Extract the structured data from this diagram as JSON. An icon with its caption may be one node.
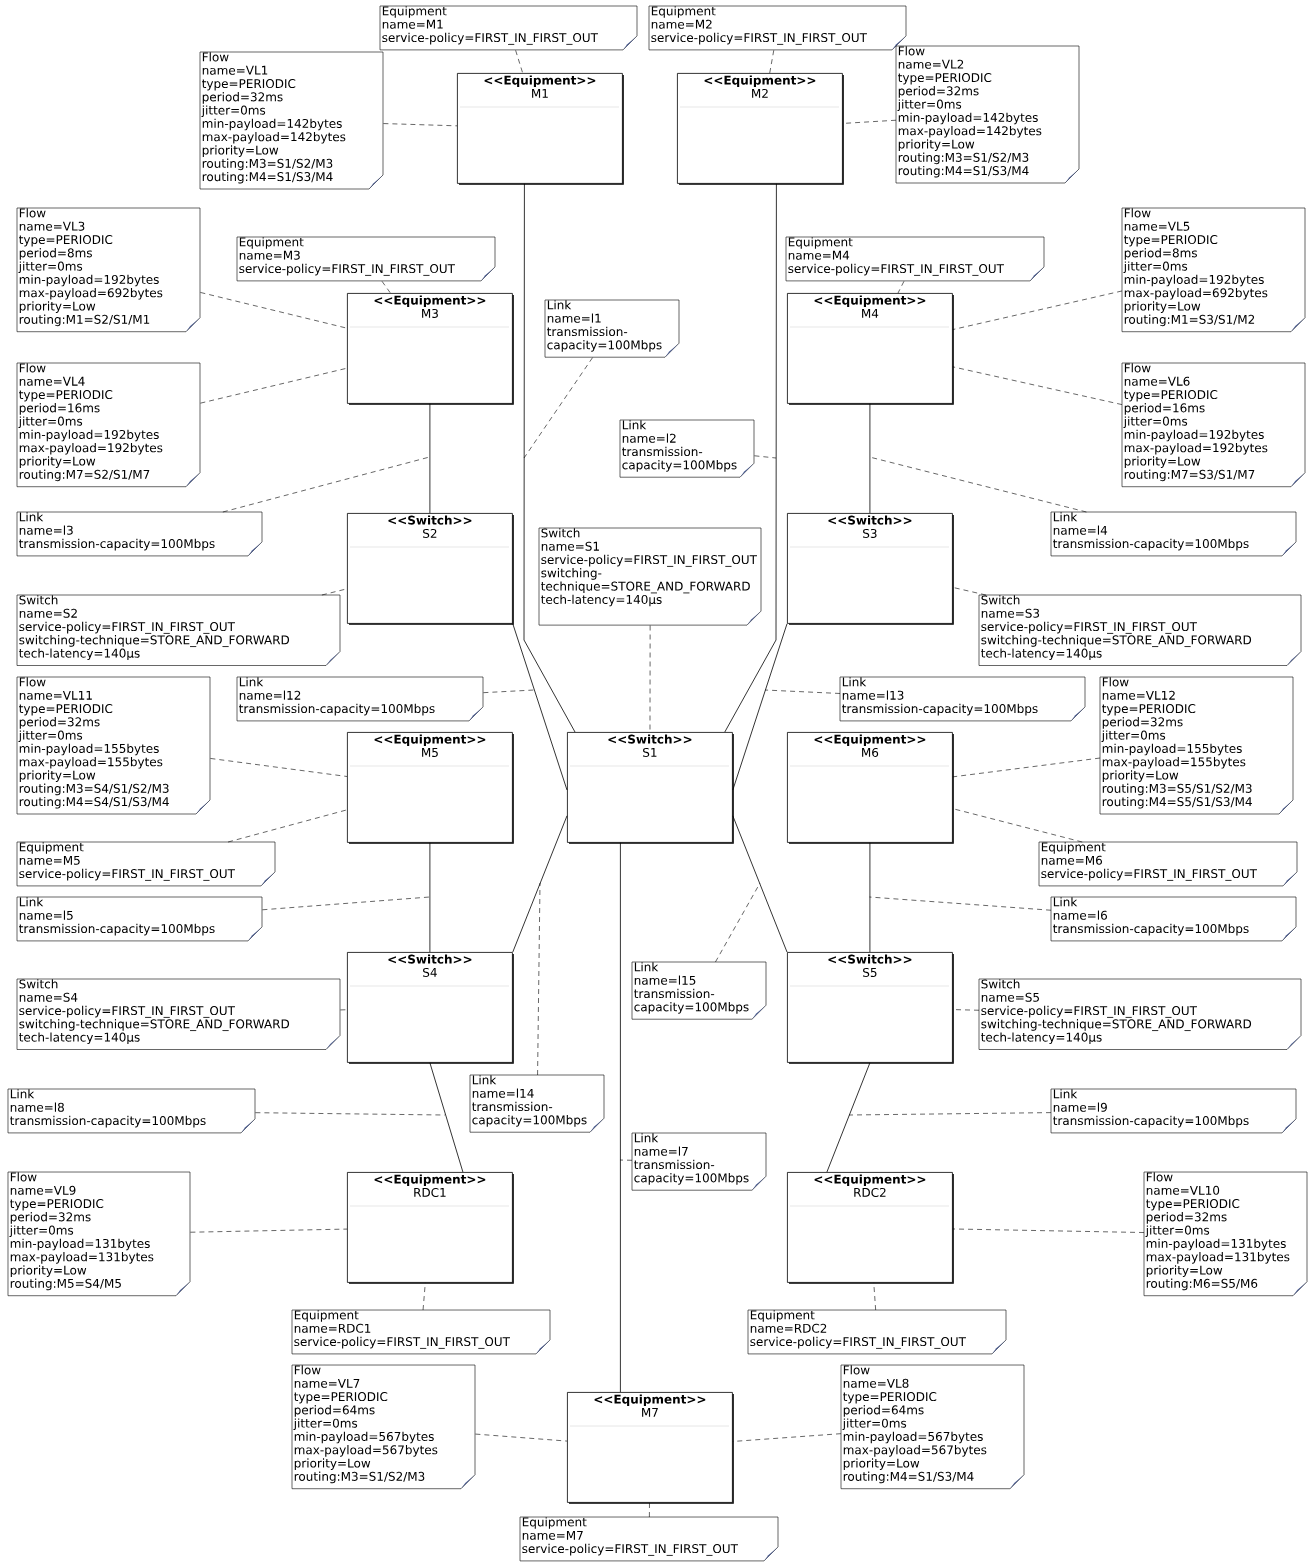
{
  "diagram": {
    "nodes": [
      {
        "text": [
          "Equipment",
          "name=M1",
          "service-policy=FIRST_IN_FIRST_OUT"
        ]
      },
      {
        "text": [
          "Flow",
          "name=VL1",
          "type=PERIODIC",
          "period=32ms",
          "jitter=0ms",
          "min-payload=142bytes",
          "max-payload=142bytes",
          "priority=Low",
          "routing:M3=S1/S2/M3",
          "routing:M4=S1/S3/M4"
        ]
      },
      {
        "text": [
          "Equipment",
          "name=M2",
          "service-policy=FIRST_IN_FIRST_OUT"
        ]
      },
      {
        "text": [
          "<<Equipment>>",
          "M1"
        ]
      },
      {
        "text": [
          "<<Equipment>>",
          "M2"
        ]
      },
      {
        "text": [
          "Flow",
          "name=VL2",
          "type=PERIODIC",
          "period=32ms",
          "jitter=0ms",
          "min-payload=142bytes",
          "max-payload=142bytes",
          "priority=Low",
          "routing:M3=S1/S2/M3",
          "routing:M4=S1/S3/M4"
        ]
      },
      {
        "text": [
          "Flow",
          "name=VL3",
          "type=PERIODIC",
          "period=8ms",
          "jitter=0ms",
          "min-payload=192bytes",
          "max-payload=692bytes",
          "priority=Low",
          "routing:M1=S2/S1/M1"
        ]
      },
      {
        "text": [
          "Equipment",
          "name=M3",
          "service-policy=FIRST_IN_FIRST_OUT"
        ]
      },
      {
        "text": [
          "Equipment",
          "name=M4",
          "service-policy=FIRST_IN_FIRST_OUT"
        ]
      },
      {
        "text": [
          "Flow",
          "name=VL5",
          "type=PERIODIC",
          "period=8ms",
          "jitter=0ms",
          "min-payload=192bytes",
          "max-payload=692bytes",
          "priority=Low",
          "routing:M1=S3/S1/M2"
        ]
      },
      {
        "text": [
          "<<Equipment>>",
          "M3"
        ]
      },
      {
        "text": [
          "<<Equipment>>",
          "M4"
        ]
      },
      {
        "text": [
          "Link",
          "name=l2",
          "transmission-capacity=100Mbps"
        ]
      },
      {
        "text": [
          "Flow",
          "name=VL4",
          "type=PERIODIC",
          "period=16ms",
          "jitter=0ms",
          "min-payload=192bytes",
          "max-payload=192bytes",
          "priority=Low",
          "routing:M7=S2/S1/M7"
        ]
      },
      {
        "text": [
          "Flow",
          "name=VL6",
          "type=PERIODIC",
          "period=16ms",
          "jitter=0ms",
          "min-payload=192bytes",
          "max-payload=192bytes",
          "priority=Low",
          "routing:M7=S3/S1/M7"
        ]
      },
      {
        "text": [
          "Link",
          "name=l1",
          "transmission-capacity=100Mbps"
        ]
      },
      {
        "text": [
          "Link",
          "name=l3",
          "transmission-capacity=100Mbps"
        ]
      },
      {
        "text": [
          "Link",
          "name=l4",
          "transmission-capacity=100Mbps"
        ]
      },
      {
        "text": [
          "<<Switch>>",
          "S2"
        ]
      },
      {
        "text": [
          "<<Switch>>",
          "S3"
        ]
      },
      {
        "text": [
          "Switch",
          "name=S2",
          "service-policy=FIRST_IN_FIRST_OUT",
          "switching-technique=STORE_AND_FORWARD",
          "tech-latency=140µs"
        ]
      },
      {
        "text": [
          "Switch",
          "name=S1",
          "service-policy=FIRST_IN_FIRST_OUT",
          "switching-technique=STORE_AND_FORWARD",
          "tech-latency=140µs"
        ]
      },
      {
        "text": [
          "Switch",
          "name=S3",
          "service-policy=FIRST_IN_FIRST_OUT",
          "switching-technique=STORE_AND_FORWARD",
          "tech-latency=140µs"
        ]
      },
      {
        "text": [
          "Flow",
          "name=VL11",
          "type=PERIODIC",
          "period=32ms",
          "jitter=0ms",
          "min-payload=155bytes",
          "max-payload=155bytes",
          "priority=Low",
          "routing:M3=S4/S1/S2/M3",
          "routing:M4=S4/S1/S3/M4"
        ]
      },
      {
        "text": [
          "Link",
          "name=l12",
          "transmission-capacity=100Mbps"
        ]
      },
      {
        "text": [
          "Link",
          "name=l13",
          "transmission-capacity=100Mbps"
        ]
      },
      {
        "text": [
          "Flow",
          "name=VL12",
          "type=PERIODIC",
          "period=32ms",
          "jitter=0ms",
          "min-payload=155bytes",
          "max-payload=155bytes",
          "priority=Low",
          "routing:M3=S5/S1/S2/M3",
          "routing:M4=S5/S1/S3/M4"
        ]
      },
      {
        "text": [
          "<<Equipment>>",
          "M5"
        ]
      },
      {
        "text": [
          "<<Switch>>",
          "S1"
        ]
      },
      {
        "text": [
          "<<Equipment>>",
          "M6"
        ]
      },
      {
        "text": [
          "Equipment",
          "name=M5",
          "service-policy=FIRST_IN_FIRST_OUT"
        ]
      },
      {
        "text": [
          "Equipment",
          "name=M6",
          "service-policy=FIRST_IN_FIRST_OUT"
        ]
      },
      {
        "text": [
          "Link",
          "name=l5",
          "transmission-capacity=100Mbps"
        ]
      },
      {
        "text": [
          "Link",
          "name=l6",
          "transmission-capacity=100Mbps"
        ]
      },
      {
        "text": [
          "Link",
          "name=l15",
          "transmission-capacity=100Mbps"
        ]
      },
      {
        "text": [
          "<<Switch>>",
          "S4"
        ]
      },
      {
        "text": [
          "<<Switch>>",
          "S5"
        ]
      },
      {
        "text": [
          "Switch",
          "name=S4",
          "service-policy=FIRST_IN_FIRST_OUT",
          "switching-technique=STORE_AND_FORWARD",
          "tech-latency=140µs"
        ]
      },
      {
        "text": [
          "Switch",
          "name=S5",
          "service-policy=FIRST_IN_FIRST_OUT",
          "switching-technique=STORE_AND_FORWARD",
          "tech-latency=140µs"
        ]
      },
      {
        "text": [
          "Link",
          "name=l14",
          "transmission-capacity=100Mbps"
        ]
      },
      {
        "text": [
          "Link",
          "name=l7",
          "transmission-capacity=100Mbps"
        ]
      },
      {
        "text": [
          "Link",
          "name=l8",
          "transmission-capacity=100Mbps"
        ]
      },
      {
        "text": [
          "Link",
          "name=l9",
          "transmission-capacity=100Mbps"
        ]
      },
      {
        "text": [
          "Flow",
          "name=VL9",
          "type=PERIODIC",
          "period=32ms",
          "jitter=0ms",
          "min-payload=131bytes",
          "max-payload=131bytes",
          "priority=Low",
          "routing:M5=S4/M5"
        ]
      },
      {
        "text": [
          "<<Equipment>>",
          "RDC1"
        ]
      },
      {
        "text": [
          "<<Equipment>>",
          "RDC2"
        ]
      },
      {
        "text": [
          "Flow",
          "name=VL10",
          "type=PERIODIC",
          "period=32ms",
          "jitter=0ms",
          "min-payload=131bytes",
          "max-payload=131bytes",
          "priority=Low",
          "routing:M6=S5/M6"
        ]
      },
      {
        "text": [
          "Equipment",
          "name=RDC1",
          "service-policy=FIRST_IN_FIRST_OUT"
        ]
      },
      {
        "text": [
          "Equipment",
          "name=RDC2",
          "service-policy=FIRST_IN_FIRST_OUT"
        ]
      },
      {
        "text": [
          "Flow",
          "name=VL7",
          "type=PERIODIC",
          "period=64ms",
          "jitter=0ms",
          "min-payload=567bytes",
          "max-payload=567bytes",
          "priority=Low",
          "routing:M3=S1/S2/M3"
        ]
      },
      {
        "text": [
          "Flow",
          "name=VL8",
          "type=PERIODIC",
          "period=64ms",
          "jitter=0ms",
          "min-payload=567bytes",
          "max-payload=567bytes",
          "priority=Low",
          "routing:M4=S1/S3/M4"
        ]
      },
      {
        "text": [
          "<<Equipment>>",
          "M7"
        ]
      },
      {
        "text": [
          "Equipment",
          "name=M7",
          "service-policy=FIRST_IN_FIRST_OUT"
        ]
      }
    ],
    "edges": [
      {
        "from": 3,
        "to": 28,
        "arrow": "none"
      },
      {
        "from": 4,
        "to": 28,
        "arrow": "none"
      },
      {
        "from": 10,
        "to": 18,
        "arrow": "none"
      },
      {
        "from": 11,
        "to": 19,
        "arrow": "none"
      },
      {
        "from": 18,
        "to": 28,
        "arrow": "none"
      },
      {
        "from": 19,
        "to": 28,
        "arrow": "none"
      },
      {
        "from": 27,
        "to": 35,
        "arrow": "none"
      },
      {
        "from": 29,
        "to": 36,
        "arrow": "none"
      },
      {
        "from": 28,
        "to": 35,
        "arrow": "none"
      },
      {
        "from": 28,
        "to": 36,
        "arrow": "none"
      },
      {
        "from": 28,
        "to": 51,
        "arrow": "none"
      },
      {
        "from": 35,
        "to": 44,
        "arrow": "none"
      },
      {
        "from": 36,
        "to": 45,
        "arrow": "none"
      },
      {
        "from": 0,
        "to": 3,
        "arrow": "none",
        "style": "dashed"
      },
      {
        "from": 1,
        "to": 3,
        "arrow": "none",
        "style": "dashed"
      },
      {
        "from": 2,
        "to": 4,
        "arrow": "none",
        "style": "dashed"
      },
      {
        "from": 5,
        "to": 4,
        "arrow": "none",
        "style": "dashed"
      },
      {
        "from": 6,
        "to": 10,
        "arrow": "none",
        "style": "dashed"
      },
      {
        "from": 7,
        "to": 10,
        "arrow": "none",
        "style": "dashed"
      },
      {
        "from": 8,
        "to": 11,
        "arrow": "none",
        "style": "dashed"
      },
      {
        "from": 9,
        "to": 11,
        "arrow": "none",
        "style": "dashed"
      },
      {
        "from": 13,
        "to": 10,
        "arrow": "none",
        "style": "dashed"
      },
      {
        "from": 14,
        "to": 11,
        "arrow": "none",
        "style": "dashed"
      },
      {
        "from": 20,
        "to": 18,
        "arrow": "none",
        "style": "dashed"
      },
      {
        "from": 21,
        "to": 28,
        "arrow": "none",
        "style": "dashed"
      },
      {
        "from": 22,
        "to": 19,
        "arrow": "none",
        "style": "dashed"
      },
      {
        "from": 23,
        "to": 27,
        "arrow": "none",
        "style": "dashed"
      },
      {
        "from": 26,
        "to": 29,
        "arrow": "none",
        "style": "dashed"
      },
      {
        "from": 30,
        "to": 27,
        "arrow": "none",
        "style": "dashed"
      },
      {
        "from": 31,
        "to": 29,
        "arrow": "none",
        "style": "dashed"
      },
      {
        "from": 37,
        "to": 35,
        "arrow": "none",
        "style": "dashed"
      },
      {
        "from": 38,
        "to": 36,
        "arrow": "none",
        "style": "dashed"
      },
      {
        "from": 43,
        "to": 44,
        "arrow": "none",
        "style": "dashed"
      },
      {
        "from": 46,
        "to": 45,
        "arrow": "none",
        "style": "dashed"
      },
      {
        "from": 47,
        "to": 44,
        "arrow": "none",
        "style": "dashed"
      },
      {
        "from": 48,
        "to": 45,
        "arrow": "none",
        "style": "dashed"
      },
      {
        "from": 49,
        "to": 51,
        "arrow": "none",
        "style": "dashed"
      },
      {
        "from": 50,
        "to": 51,
        "arrow": "none",
        "style": "dashed"
      },
      {
        "from": 52,
        "to": 51,
        "arrow": "none",
        "style": "dashed"
      },
      {
        "from": 15,
        "to": null,
        "arrow": "none",
        "style": "dashed"
      },
      {
        "from": 12,
        "to": null,
        "arrow": "none",
        "style": "dashed"
      },
      {
        "from": 16,
        "to": null,
        "arrow": "none",
        "style": "dashed"
      },
      {
        "from": 17,
        "to": null,
        "arrow": "none",
        "style": "dashed"
      },
      {
        "from": 24,
        "to": null,
        "arrow": "none",
        "style": "dashed"
      },
      {
        "from": 25,
        "to": null,
        "arrow": "none",
        "style": "dashed"
      },
      {
        "from": 32,
        "to": null,
        "arrow": "none",
        "style": "dashed"
      },
      {
        "from": 33,
        "to": null,
        "arrow": "none",
        "style": "dashed"
      },
      {
        "from": 34,
        "to": null,
        "arrow": "none",
        "style": "dashed"
      },
      {
        "from": 39,
        "to": null,
        "arrow": "none",
        "style": "dashed"
      },
      {
        "from": 40,
        "to": null,
        "arrow": "none",
        "style": "dashed"
      },
      {
        "from": 41,
        "to": null,
        "arrow": "none",
        "style": "dashed"
      },
      {
        "from": 42,
        "to": null,
        "arrow": "none",
        "style": "dashed"
      }
    ]
  }
}
